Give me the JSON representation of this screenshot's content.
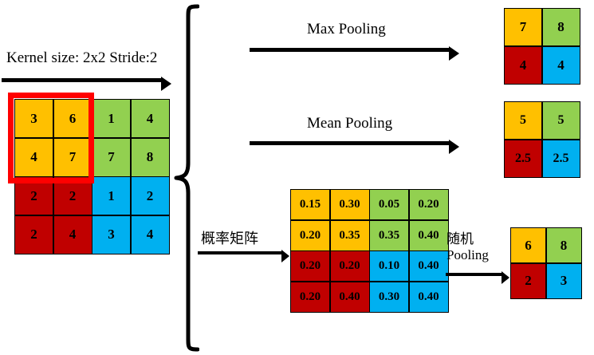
{
  "diagram": {
    "title_label": "Kernel size: 2x2 Stride:2",
    "colors": {
      "orange": "#FFC000",
      "green": "#92D050",
      "dark_red": "#C00000",
      "blue": "#00B0F0",
      "kernel_highlight": "#FF0000",
      "stroke": "#000000",
      "background": "#FFFFFF"
    },
    "branch_labels": {
      "max": "Max Pooling",
      "mean": "Mean Pooling",
      "probability_matrix": "概率矩阵",
      "stochastic": "随机\nPooling",
      "stochastic_line1": "随机",
      "stochastic_line2": "Pooling"
    },
    "input_matrix": {
      "name": "input-feature-map",
      "rows": 4,
      "cols": 4,
      "values": [
        [
          "3",
          "6",
          "1",
          "4"
        ],
        [
          "4",
          "7",
          "7",
          "8"
        ],
        [
          "2",
          "2",
          "1",
          "2"
        ],
        [
          "2",
          "4",
          "3",
          "4"
        ]
      ],
      "colors": [
        [
          "orange",
          "orange",
          "green",
          "green"
        ],
        [
          "orange",
          "orange",
          "green",
          "green"
        ],
        [
          "red",
          "red",
          "blue",
          "blue"
        ],
        [
          "red",
          "red",
          "blue",
          "blue"
        ]
      ]
    },
    "probability_matrix": {
      "name": "probability-matrix",
      "rows": 4,
      "cols": 4,
      "values": [
        [
          "0.15",
          "0.30",
          "0.05",
          "0.20"
        ],
        [
          "0.20",
          "0.35",
          "0.35",
          "0.40"
        ],
        [
          "0.20",
          "0.20",
          "0.10",
          "0.40"
        ],
        [
          "0.20",
          "0.40",
          "0.30",
          "0.40"
        ]
      ],
      "colors": [
        [
          "orange",
          "orange",
          "green",
          "green"
        ],
        [
          "orange",
          "orange",
          "green",
          "green"
        ],
        [
          "red",
          "red",
          "blue",
          "blue"
        ],
        [
          "red",
          "red",
          "blue",
          "blue"
        ]
      ]
    },
    "max_output": {
      "name": "max-pooling-output",
      "rows": 2,
      "cols": 2,
      "values": [
        [
          "7",
          "8"
        ],
        [
          "4",
          "4"
        ]
      ],
      "colors": [
        [
          "orange",
          "green"
        ],
        [
          "red",
          "blue"
        ]
      ]
    },
    "mean_output": {
      "name": "mean-pooling-output",
      "rows": 2,
      "cols": 2,
      "values": [
        [
          "5",
          "5"
        ],
        [
          "2.5",
          "2.5"
        ]
      ],
      "colors": [
        [
          "orange",
          "green"
        ],
        [
          "red",
          "blue"
        ]
      ]
    },
    "stochastic_output": {
      "name": "stochastic-pooling-output",
      "rows": 2,
      "cols": 2,
      "values": [
        [
          "6",
          "8"
        ],
        [
          "2",
          "3"
        ]
      ],
      "colors": [
        [
          "orange",
          "green"
        ],
        [
          "red",
          "blue"
        ]
      ]
    }
  }
}
